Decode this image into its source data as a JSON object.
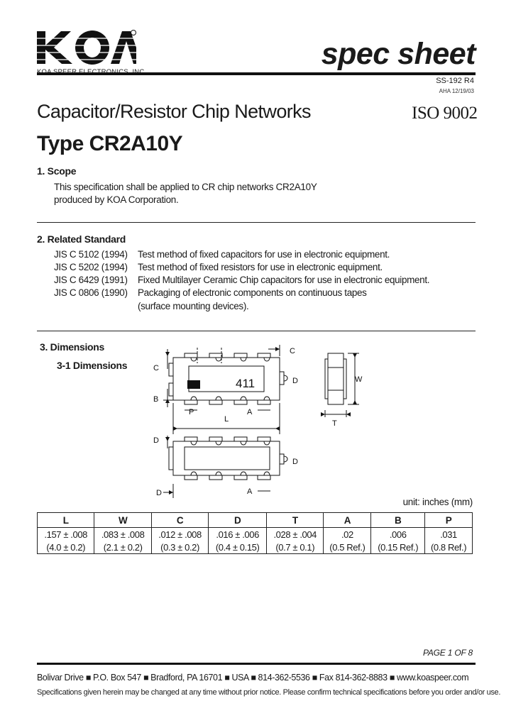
{
  "header": {
    "logo_text": "KOA",
    "company": "KOA SPEER ELECTRONICS, INC.",
    "spec_label": "spec sheet",
    "doc_code": "SS-192 R4",
    "doc_date": "AHA 12/19/03"
  },
  "title": "Capacitor/Resistor Chip Networks",
  "iso": "ISO 9002",
  "type_title": "Type CR2A10Y",
  "sections": {
    "scope": {
      "heading": "1.   Scope",
      "lines": [
        "This specification shall be applied to CR chip networks CR2A10Y",
        "produced by KOA Corporation."
      ]
    },
    "related": {
      "heading": "2.   Related Standard",
      "rows": [
        {
          "code": "JIS C 5102 (1994)",
          "text": "Test method of fixed capacitors for use in electronic equipment."
        },
        {
          "code": "JIS C 5202 (1994)",
          "text": "Test method of fixed resistors for use in electronic equipment."
        },
        {
          "code": "JIS C 6429 (1991)",
          "text": "Fixed Multilayer Ceramic Chip capacitors for use in electronic equipment."
        },
        {
          "code": "JIS C 0806 (1990)",
          "text": "Packaging of electronic components on continuous tapes"
        },
        {
          "code": "",
          "text": "(surface mounting devices)."
        }
      ]
    },
    "dimensions": {
      "heading": "3.   Dimensions",
      "subheading": "3-1 Dimensions",
      "marking": "411",
      "labels": {
        "C": "C",
        "B": "B",
        "D": "D",
        "P": "P",
        "A": "A",
        "L": "L",
        "W": "W",
        "T": "T"
      }
    }
  },
  "table": {
    "unit": "unit: inches (mm)",
    "headers": [
      "L",
      "W",
      "C",
      "D",
      "T",
      "A",
      "B",
      "P"
    ],
    "inches": [
      ".157 ± .008",
      ".083 ± .008",
      ".012 ± .008",
      ".016 ± .006",
      ".028 ± .004",
      ".02",
      ".006",
      ".031"
    ],
    "mm": [
      "(4.0 ± 0.2)",
      "(2.1 ± 0.2)",
      "(0.3 ± 0.2)",
      "(0.4 ± 0.15)",
      "(0.7 ± 0.1)",
      "(0.5 Ref.)",
      "(0.15 Ref.)",
      "(0.8 Ref.)"
    ]
  },
  "page": "PAGE 1 OF 8",
  "footer": "Bolivar Drive  ■  P.O. Box 547  ■  Bradford, PA 16701  ■  USA  ■  814-362-5536  ■  Fax 814-362-8883  ■  www.koaspeer.com",
  "disclaimer": "Specifications given herein may be changed at any time without prior notice. Please confirm technical specifications before you order and/or use."
}
